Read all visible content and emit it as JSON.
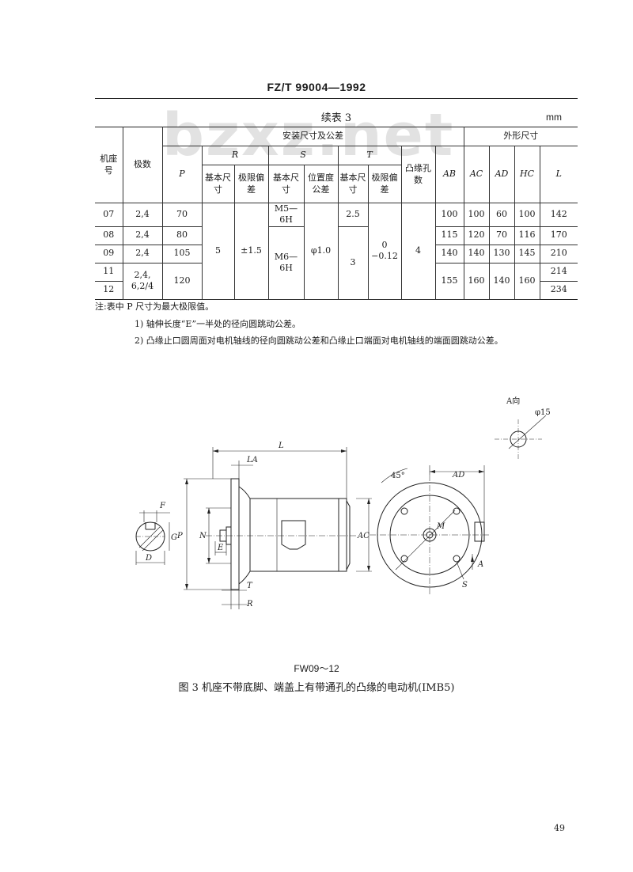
{
  "header": {
    "standard": "FZ/T 99004—1992"
  },
  "watermark": "bzxz.net",
  "table": {
    "caption": "续表 3",
    "unit": "mm",
    "headers": {
      "frame": "机座号",
      "poles": "极数",
      "install_group": "安装尺寸及公差",
      "outline_group": "外形尺寸",
      "P": "P",
      "R": "R",
      "S": "S",
      "T": "T",
      "basic_size": "基本尺寸",
      "limit_dev": "极限偏差",
      "pos_tol": "位置度公差",
      "holes": "凸缘孔数",
      "AB": "AB",
      "AC": "AC",
      "AD": "AD",
      "HC": "HC",
      "L": "L"
    },
    "rows": [
      {
        "frame": "07",
        "poles": "2,4",
        "P": "70",
        "AB": "100",
        "AC": "100",
        "AD": "60",
        "HC": "100",
        "L": "142"
      },
      {
        "frame": "08",
        "poles": "2,4",
        "P": "80",
        "AB": "115",
        "AC": "120",
        "AD": "70",
        "HC": "116",
        "L": "170"
      },
      {
        "frame": "09",
        "poles": "2,4",
        "P": "105",
        "AB": "140",
        "AC": "140",
        "AD": "130",
        "HC": "145",
        "L": "210"
      },
      {
        "frame": "11",
        "poles": "2,4,",
        "L": "214"
      },
      {
        "frame": "12",
        "poles": "6,2/4",
        "L": "234"
      }
    ],
    "merged": {
      "P_11_12": "120",
      "R_basic": "5",
      "R_dev": "±1.5",
      "S_07": "M5—6H",
      "S_08_12": "M6—6H",
      "S_pos": "φ1.0",
      "T_07": "2.5",
      "T_08_12": "3",
      "T_dev_upper": "0",
      "T_dev_lower": "−0.12",
      "holes": "4",
      "AB_11_12": "155",
      "AC_11_12": "160",
      "AD_11_12": "140",
      "HC_11_12": "160"
    }
  },
  "notes": {
    "lead": "注:表中 P 尺寸为最大极限值。",
    "items": [
      "1) 轴伸长度“E”一半处的径向圆跳动公差。",
      "2) 凸缘止口圆周面对电机轴线的径向圆跳动公差和凸缘止口端面对电机轴线的端面圆跳动公差。"
    ]
  },
  "figure": {
    "labels": {
      "F": "F",
      "G": "G",
      "D": "D",
      "P": "P",
      "N": "N",
      "E": "E",
      "L": "L",
      "LA": "LA",
      "T": "T",
      "R": "R",
      "AC": "AC",
      "AD": "AD",
      "M": "M",
      "S": "S",
      "A": "A",
      "angle": "45°",
      "view": "A向",
      "hole_dia": "φ15"
    },
    "code": "FW09～12",
    "caption": "图 3 机座不带底脚、端盖上有带通孔的凸缘的电动机(IMB5)"
  },
  "page": {
    "number": "49"
  }
}
